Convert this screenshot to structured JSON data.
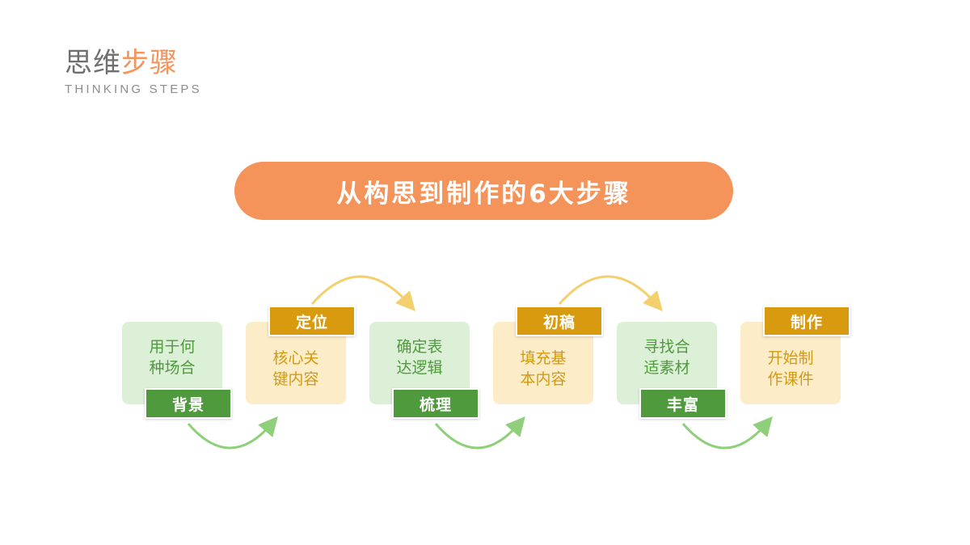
{
  "logo": {
    "title_part1": "思维",
    "title_part2": "步骤",
    "subtitle": "THINKING STEPS"
  },
  "banner": {
    "text": "从构思到制作的6大步骤"
  },
  "steps": [
    {
      "label": "背景",
      "line1": "用于何",
      "line2": "种场合",
      "theme": "green"
    },
    {
      "label": "定位",
      "line1": "核心关",
      "line2": "键内容",
      "theme": "yellow"
    },
    {
      "label": "梳理",
      "line1": "确定表",
      "line2": "达逻辑",
      "theme": "green"
    },
    {
      "label": "初稿",
      "line1": "填充基",
      "line2": "本内容",
      "theme": "yellow"
    },
    {
      "label": "丰富",
      "line1": "寻找合",
      "line2": "适素材",
      "theme": "green"
    },
    {
      "label": "制作",
      "line1": "开始制",
      "line2": "作课件",
      "theme": "yellow"
    }
  ],
  "colors": {
    "accent_orange": "#f4935a",
    "green_dark": "#4f9a3d",
    "green_light": "#dcefd7",
    "green_arc": "#8fcf7a",
    "yellow_dark": "#d89b10",
    "yellow_light": "#fcecc8",
    "yellow_arc": "#f3cf6e"
  }
}
